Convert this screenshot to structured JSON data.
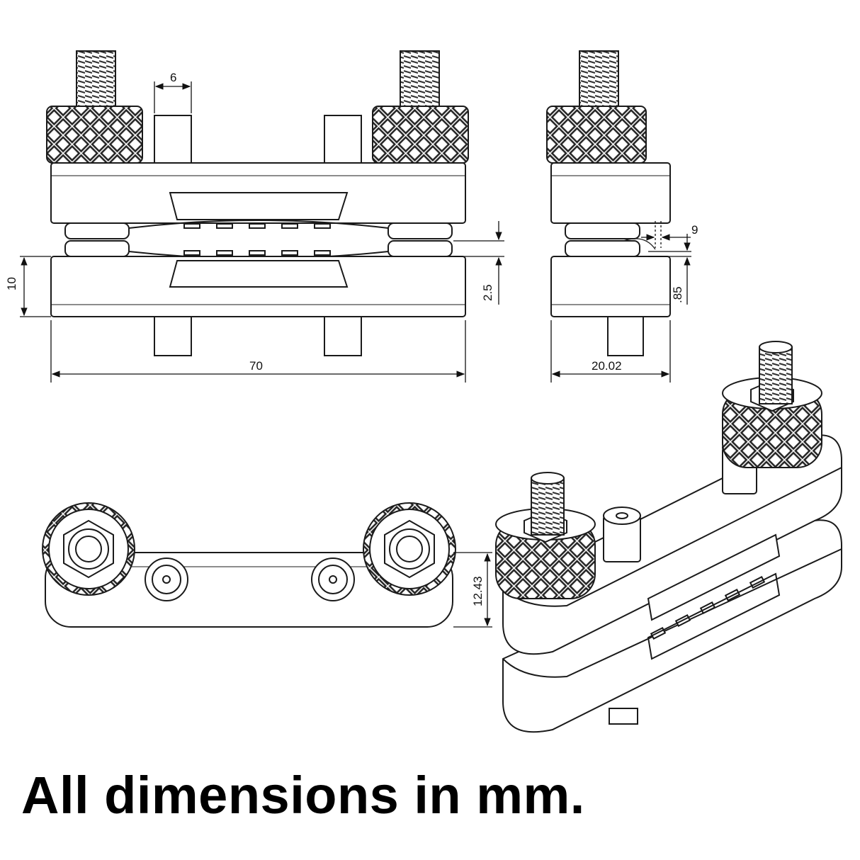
{
  "dimensions": {
    "total_length": "70",
    "pin_width": "6",
    "plate_height": "10",
    "gap": "2.5",
    "side_width": "20.02",
    "small_gap": "9",
    "side_height": ".85",
    "top_depth": "12.43"
  },
  "caption": "All dimensions in mm.",
  "colors": {
    "line": "#1a1a1a",
    "fill": "#ffffff",
    "knurl": "#2a2a2a"
  }
}
